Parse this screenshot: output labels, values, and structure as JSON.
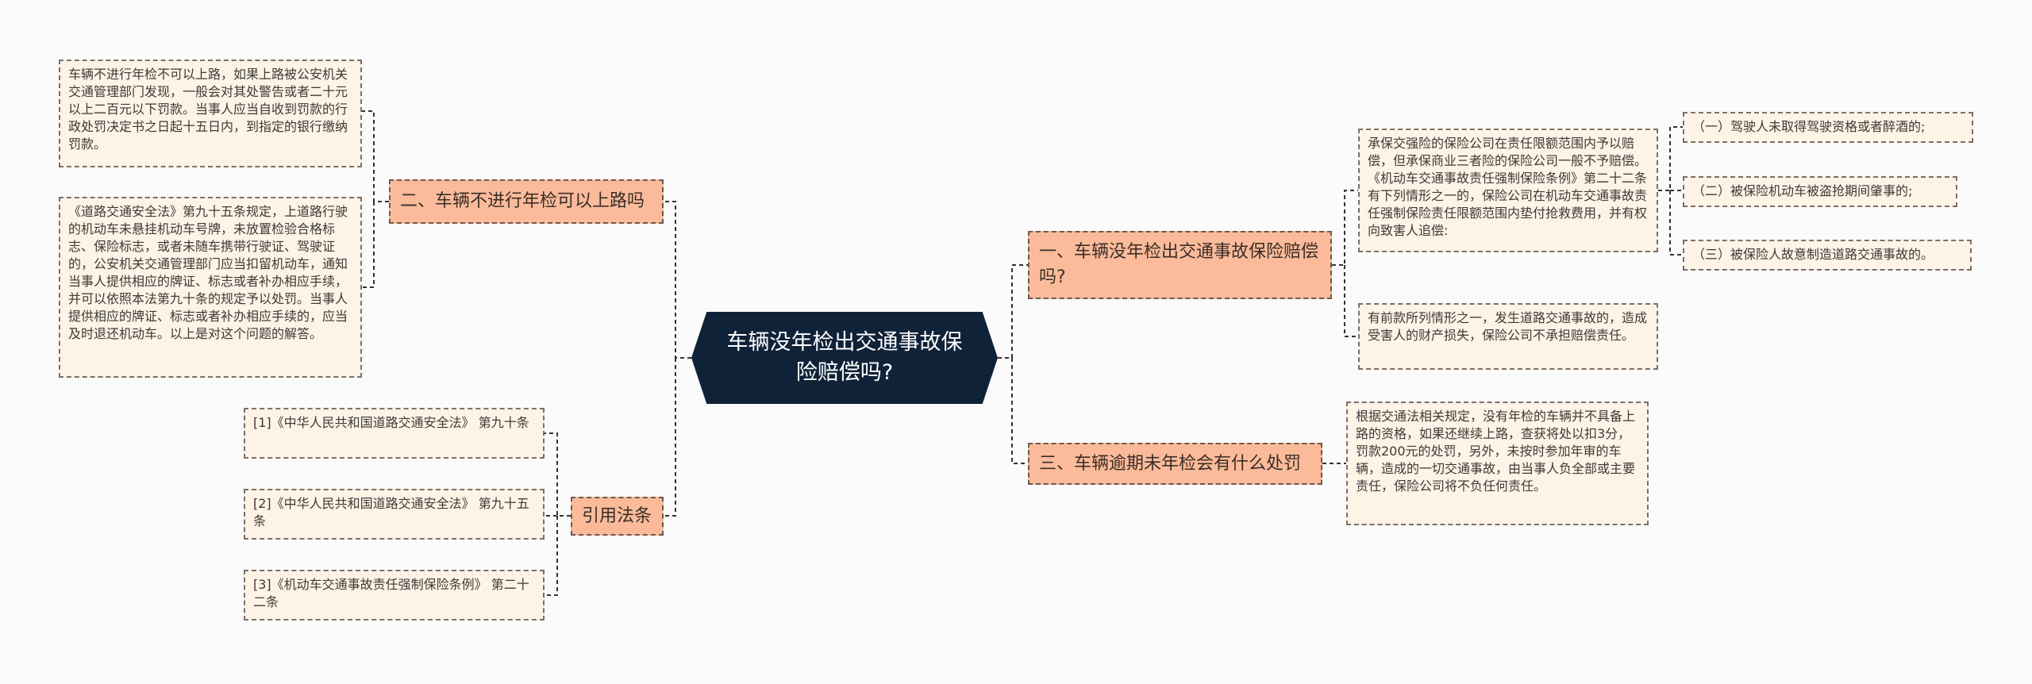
{
  "center": {
    "title": "车辆没年检出交通事故保险赔偿吗?"
  },
  "branches": {
    "b1": {
      "label": "一、车辆没年检出交通事故保险赔偿吗?"
    },
    "b2": {
      "label": "二、车辆不进行年检可以上路吗"
    },
    "b3": {
      "label": "三、车辆逾期未年检会有什么处罚"
    },
    "b4": {
      "label": "引用法条"
    }
  },
  "leaves": {
    "b1_detail": "承保交强险的保险公司在责任限额范围内予以赔偿，但承保商业三者险的保险公司一般不予赔偿。《机动车交通事故责任强制保险条例》第二十二条有下列情形之一的，保险公司在机动车交通事故责任强制保险责任限额范围内垫付抢救费用，并有权向致害人追偿:",
    "b1_exclusion": "有前款所列情形之一，发生道路交通事故的，造成受害人的财产损失，保险公司不承担赔偿责任。",
    "b1_case1": "（一）驾驶人未取得驾驶资格或者醉酒的;",
    "b1_case2": "（二）被保险机动车被盗抢期间肇事的;",
    "b1_case3": "（三）被保险人故意制造道路交通事故的。",
    "b2_penalty": "车辆不进行年检不可以上路，如果上路被公安机关交通管理部门发现，一般会对其处警告或者二十元以上二百元以下罚款。当事人应当自收到罚款的行政处罚决定书之日起十五日内，到指定的银行缴纳罚款。",
    "b2_law": "《道路交通安全法》第九十五条规定，上道路行驶的机动车未悬挂机动车号牌，未放置检验合格标志、保险标志，或者未随车携带行驶证、驾驶证的，公安机关交通管理部门应当扣留机动车，通知当事人提供相应的牌证、标志或者补办相应手续，并可以依照本法第九十条的规定予以处罚。当事人提供相应的牌证、标志或者补办相应手续的，应当及时退还机动车。以上是对这个问题的解答。",
    "b3_detail": "根据交通法相关规定，没有年检的车辆并不具备上路的资格，如果还继续上路，查获将处以扣3分，罚款200元的处罚，另外，未按时参加年审的车辆，造成的一切交通事故，由当事人负全部或主要责任，保险公司将不负任何责任。",
    "ref1": "[1]《中华人民共和国道路交通安全法》 第九十条",
    "ref2": "[2]《中华人民共和国道路交通安全法》 第九十五条",
    "ref3": "[3]《机动车交通事故责任强制保险条例》 第二十二条"
  },
  "colors": {
    "center_fill": "#0f2238",
    "branch_fill": "#fbbb9a",
    "leaf_fill": "#fdf3e6",
    "connector": "#333333"
  }
}
